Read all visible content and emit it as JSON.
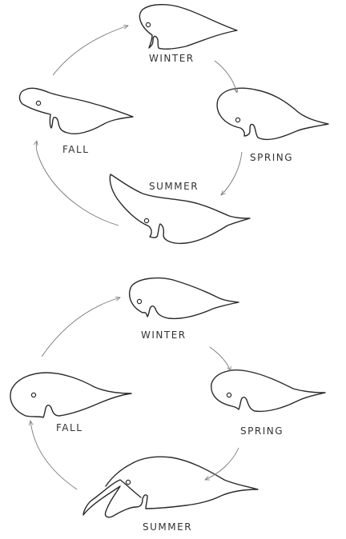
{
  "cycles": [
    {
      "labels": {
        "winter": "WINTER",
        "spring": "SPRING",
        "summer": "SUMMER",
        "fall": "FALL"
      }
    },
    {
      "labels": {
        "winter": "WINTER",
        "spring": "SPRING",
        "summer": "SUMMER",
        "fall": "FALL"
      }
    }
  ]
}
